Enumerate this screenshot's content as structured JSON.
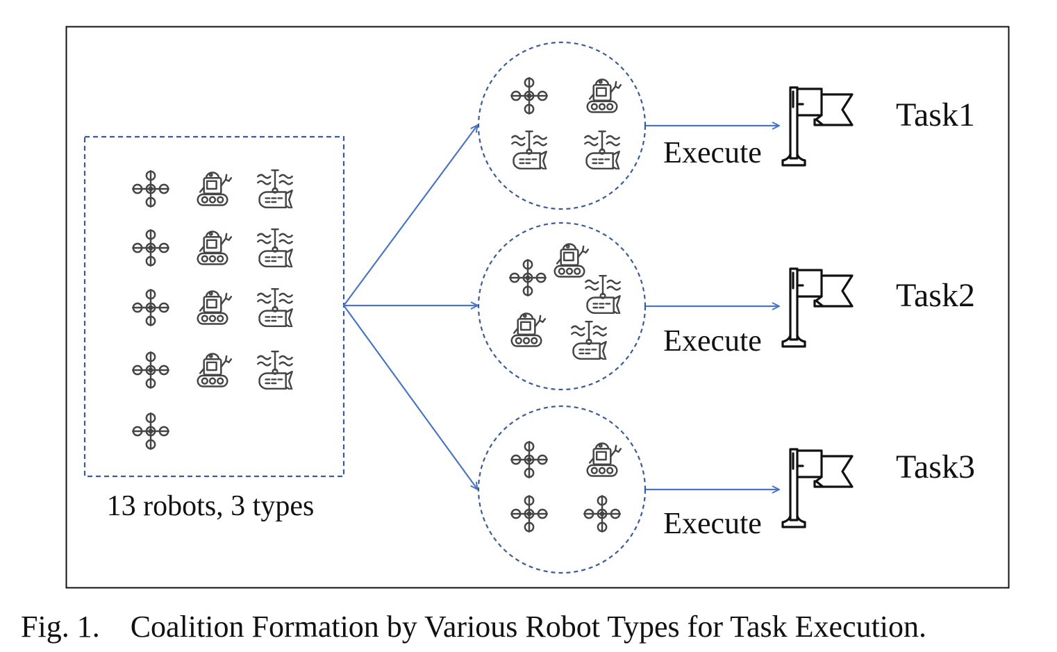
{
  "pool": {
    "label": "13 robots, 3 types",
    "rows": [
      [
        "drone",
        "ground",
        "underwater"
      ],
      [
        "drone",
        "ground",
        "underwater"
      ],
      [
        "drone",
        "ground",
        "underwater"
      ],
      [
        "drone",
        "ground",
        "underwater"
      ],
      [
        "drone"
      ]
    ]
  },
  "coalitions": [
    {
      "robots": [
        "drone",
        "ground",
        "underwater",
        "underwater"
      ],
      "action": "Execute",
      "task": "Task1"
    },
    {
      "robots": [
        "drone",
        "ground",
        "underwater",
        "ground",
        "underwater"
      ],
      "action": "Execute",
      "task": "Task2"
    },
    {
      "robots": [
        "drone",
        "ground",
        "drone",
        "drone"
      ],
      "action": "Execute",
      "task": "Task3"
    }
  ],
  "icons": {
    "drone": "quadcopter-drone-icon",
    "ground": "tracked-ground-robot-icon",
    "underwater": "underwater-robot-icon",
    "flag": "task-flag-icon"
  },
  "caption": "Fig. 1.    Coalition Formation by Various Robot Types for Task Execution.",
  "colors": {
    "dashed_border": "#3a5a96",
    "arrow": "#4a74c4",
    "icon": "#444444",
    "frame": "#111111"
  }
}
